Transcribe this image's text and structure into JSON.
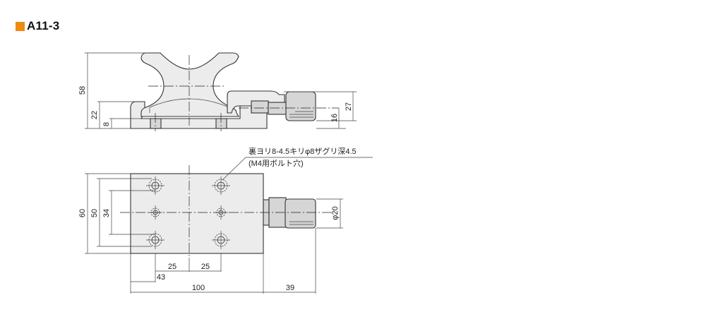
{
  "title": {
    "label": "A11-3",
    "accent_color": "#ef8a12"
  },
  "side_view": {
    "dimensions": {
      "overall_height": "58",
      "platform_height": "22",
      "base_height": "8",
      "knob_height": "27",
      "knob_center_height": "16"
    }
  },
  "top_view": {
    "dimensions": {
      "width": "60",
      "hole_span_outer": "50",
      "hole_span_inner": "34",
      "hole_pitch_1": "25",
      "hole_pitch_2": "25",
      "hole_offset": "43",
      "length": "100",
      "knob_length": "39",
      "knob_diameter": "φ20"
    },
    "callout": {
      "line1": "裏ヨリ8-4.5キリφ8ザグリ深4.5",
      "line2": "(M4用ボルト穴)"
    }
  }
}
